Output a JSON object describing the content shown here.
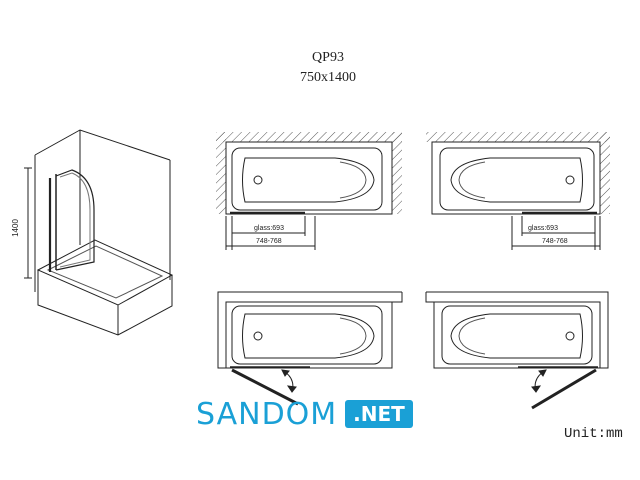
{
  "header": {
    "model": "QP93",
    "size": "750x1400"
  },
  "side_view": {
    "height_label": "1400"
  },
  "plans": {
    "glass_label": "glass:693",
    "width_label": "748-768"
  },
  "logo": {
    "word": "SANDOM",
    "suffix": ".NET"
  },
  "footer": {
    "unit": "Unit:mm"
  },
  "colors": {
    "line": "#222222",
    "hatch": "#555555",
    "logo": "#1aa0d6"
  }
}
